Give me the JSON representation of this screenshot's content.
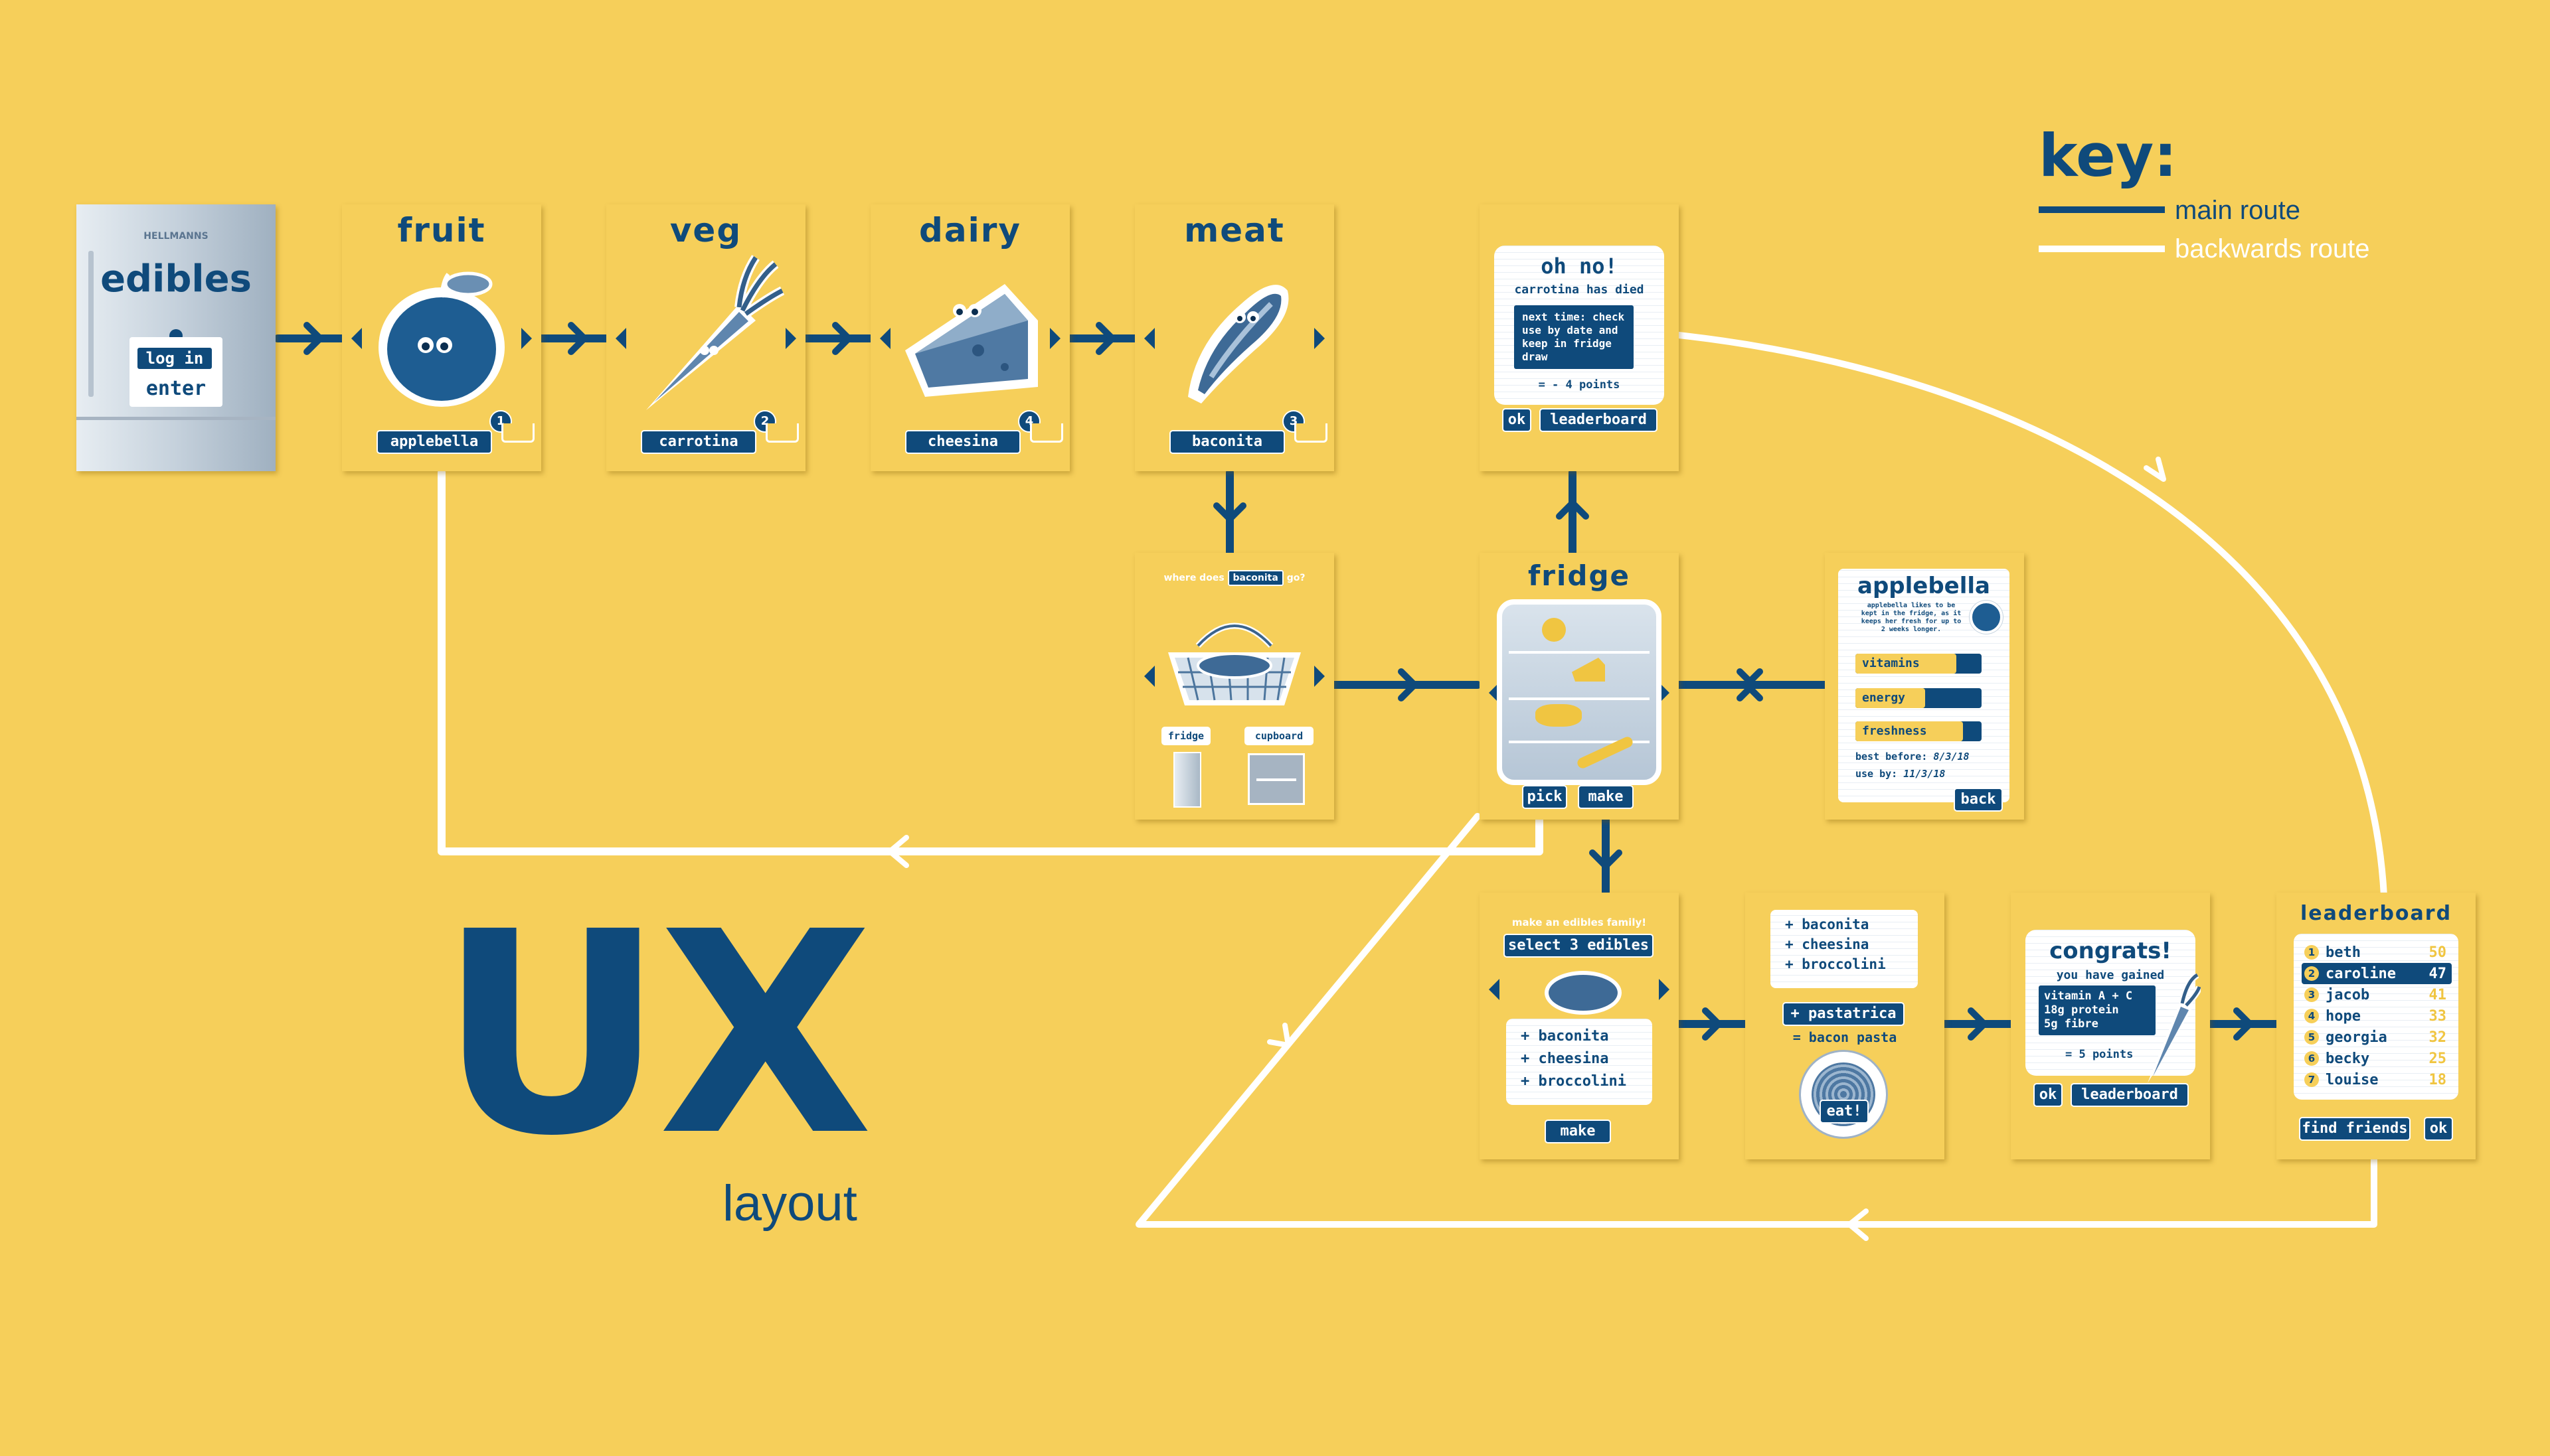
{
  "colors": {
    "background": "#F6CF5A",
    "primary": "#0F4A7B",
    "accent": "#FFFFFF"
  },
  "key": {
    "title": "key:",
    "main": "main route",
    "backwards": "backwards route"
  },
  "ux": {
    "big": "UX",
    "small": "layout"
  },
  "start": {
    "brand": "HELLMANNS",
    "logo": "edibles",
    "login": "log in",
    "enter": "enter"
  },
  "categories": [
    {
      "title": "fruit",
      "name": "applebella",
      "count": "1",
      "icon": "apple-icon"
    },
    {
      "title": "veg",
      "name": "carrotina",
      "count": "2",
      "icon": "carrot-icon"
    },
    {
      "title": "dairy",
      "name": "cheesina",
      "count": "4",
      "icon": "cheese-icon"
    },
    {
      "title": "meat",
      "name": "baconita",
      "count": "3",
      "icon": "bacon-icon"
    }
  ],
  "died": {
    "title": "oh no!",
    "sub": "carrotina has died",
    "tip": "next time: check use by date and keep in fridge draw",
    "points": "= - 4 points",
    "ok": "ok",
    "leaderboard": "leaderboard"
  },
  "where": {
    "q1": "where does",
    "item": "baconita",
    "q2": "go?",
    "fridge": "fridge",
    "cupboard": "cupboard"
  },
  "fridge": {
    "title": "fridge",
    "pick": "pick",
    "make": "make"
  },
  "profile": {
    "title": "applebella",
    "desc": "applebella likes to be kept in the fridge, as it keeps her fresh for up to 2 weeks longer.",
    "bars": [
      {
        "label": "vitamins",
        "level": 0.8
      },
      {
        "label": "energy",
        "level": 0.55
      },
      {
        "label": "freshness",
        "level": 0.85
      }
    ],
    "best_label": "best before:",
    "best_date": "8/3/18",
    "use_label": "use by:",
    "use_date": "11/3/18",
    "back": "back"
  },
  "family": {
    "heading": "make an edibles family!",
    "select": "select 3 edibles",
    "items": [
      "+ baconita",
      "+ cheesina",
      "+ broccolini"
    ],
    "make": "make"
  },
  "recipe": {
    "items": [
      "+ baconita",
      "+ cheesina",
      "+ broccolini"
    ],
    "plus": "+ pastatrica",
    "result": "= bacon pasta",
    "eat": "eat!"
  },
  "congrats": {
    "title": "congrats!",
    "sub": "you have gained",
    "box": "vitamin A + C\n18g protein\n5g fibre",
    "points": "=  5 points",
    "ok": "ok",
    "leaderboard": "leaderboard"
  },
  "leaderboard": {
    "title": "leaderboard",
    "rows": [
      {
        "rank": "1",
        "name": "beth",
        "score": "50"
      },
      {
        "rank": "2",
        "name": "caroline",
        "score": "47"
      },
      {
        "rank": "3",
        "name": "jacob",
        "score": "41"
      },
      {
        "rank": "4",
        "name": "hope",
        "score": "33"
      },
      {
        "rank": "5",
        "name": "georgia",
        "score": "32"
      },
      {
        "rank": "6",
        "name": "becky",
        "score": "25"
      },
      {
        "rank": "7",
        "name": "louise",
        "score": "18"
      }
    ],
    "find": "find friends",
    "ok": "ok"
  }
}
